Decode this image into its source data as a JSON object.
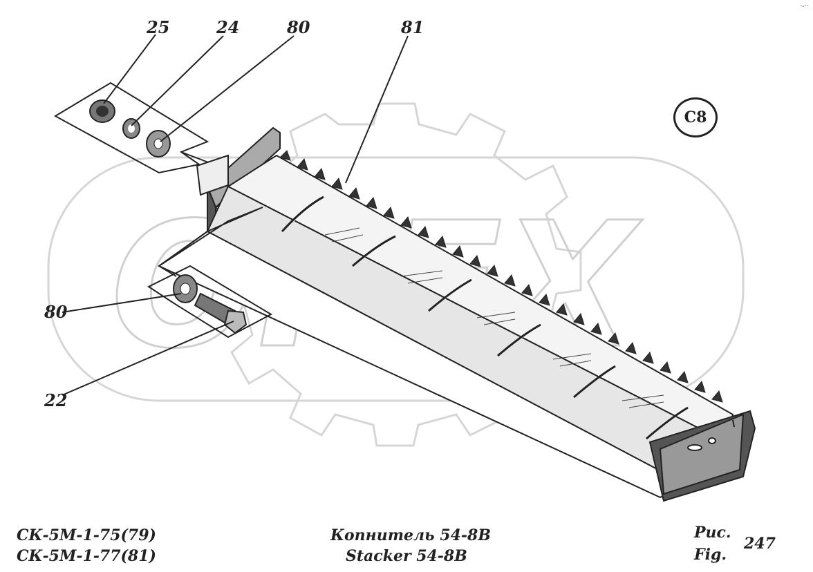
{
  "callouts": {
    "c25": "25",
    "c24": "24",
    "c80_top": "80",
    "c81": "81",
    "c80_left": "80",
    "c22": "22"
  },
  "badge": "C8",
  "watermark": "OPEX",
  "footer": {
    "model_1": "СК-5М-1-75(79)",
    "model_2": "СК-5М-1-77(81)",
    "title_ru": "Копнитель 54-8В",
    "title_en": "Stacker 54-8B",
    "fig_ru": "Рис.",
    "fig_en": "Fig.",
    "fig_number": "247"
  },
  "corner_mark": "·-··"
}
